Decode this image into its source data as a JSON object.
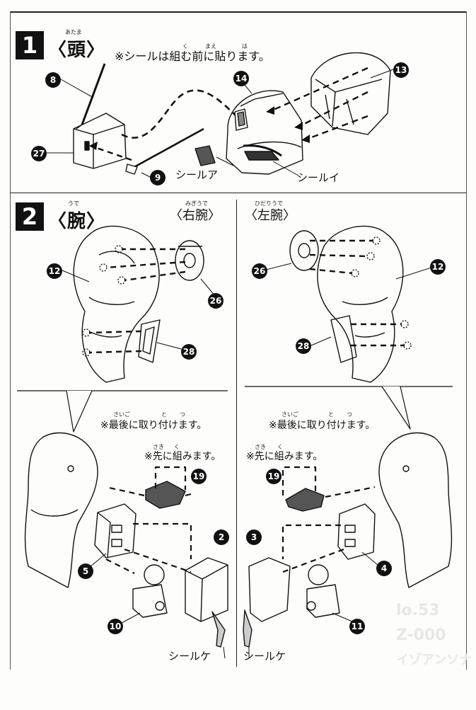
{
  "step1": {
    "number": "1",
    "title": "〈頭〉",
    "ruby": "あたま",
    "note": "※シールは組む前に貼ります。",
    "note_ruby": [
      "く",
      "まえ",
      "は"
    ],
    "labels": {
      "seal_a": "シールア",
      "seal_i": "シールイ"
    },
    "parts": [
      "8",
      "27",
      "9",
      "14",
      "13"
    ]
  },
  "step2": {
    "number": "2",
    "title": "〈腕〉",
    "ruby": "うで",
    "right_arm": {
      "label": "〈右腕〉",
      "ruby": "みぎうで"
    },
    "left_arm": {
      "label": "〈左腕〉",
      "ruby": "ひだりうで"
    },
    "notes": {
      "last_attach": "※最後に取り付けます。",
      "last_attach_ruby": [
        "さいご",
        "と",
        "つ"
      ],
      "first_assemble": "※先に組みます。",
      "first_assemble_ruby": [
        "さき",
        "く"
      ]
    },
    "seal_ke": "シールケ",
    "right_parts": [
      "12",
      "26",
      "28",
      "19",
      "5",
      "2",
      "10"
    ],
    "left_parts": [
      "26",
      "12",
      "28",
      "19",
      "3",
      "4",
      "11"
    ]
  },
  "ghost_text": [
    "lo.53",
    "Z-000",
    "イゾアンソナ"
  ]
}
